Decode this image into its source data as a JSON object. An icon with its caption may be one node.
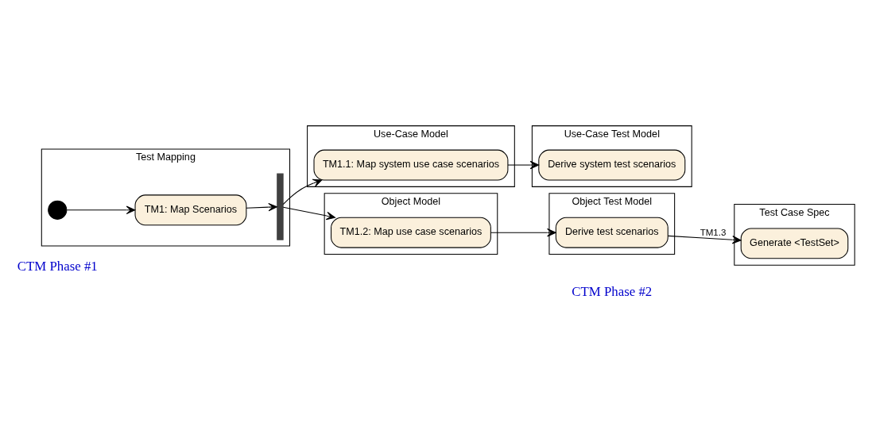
{
  "diagram": {
    "nodes": [
      {
        "text": [
          "Test Mapping"
        ]
      },
      {
        "text": [
          "Use-Case Model"
        ]
      },
      {
        "text": [
          "Use-Case Test Model"
        ]
      },
      {
        "text": [
          "Object Model"
        ]
      },
      {
        "text": [
          "Object Test Model"
        ]
      },
      {
        "text": [
          "Test Case Spec"
        ]
      },
      {
        "text": [],
        "shape": "circle",
        "in": 0
      },
      {
        "text": [
          "TM1: Map Scenarios"
        ],
        "in": 0
      },
      {
        "text": [],
        "shape": "bar",
        "in": 0
      },
      {
        "text": [
          "TM1.1: Map system use case scenarios"
        ],
        "in": 1
      },
      {
        "text": [
          "Derive system test scenarios"
        ],
        "in": 2
      },
      {
        "text": [
          "TM1.2: Map use case scenarios"
        ],
        "in": 3
      },
      {
        "text": [
          "Derive test scenarios"
        ],
        "in": 4
      },
      {
        "text": [
          "Generate <TestSet>"
        ],
        "in": 5
      }
    ],
    "edges": [
      {
        "from": 6,
        "to": 7,
        "arrow": "to"
      },
      {
        "from": 7,
        "to": 8,
        "arrow": "to"
      },
      {
        "from": 8,
        "to": 9,
        "arrow": "to"
      },
      {
        "from": 9,
        "to": 10,
        "arrow": "to"
      },
      {
        "from": 8,
        "to": 11,
        "arrow": "to"
      },
      {
        "from": 11,
        "to": 12,
        "arrow": "to"
      },
      {
        "from": 12,
        "to": 13,
        "label": "TM1.3",
        "arrow": "to"
      }
    ],
    "labels": [
      "CTM Phase #1",
      "CTM Phase #2"
    ]
  }
}
